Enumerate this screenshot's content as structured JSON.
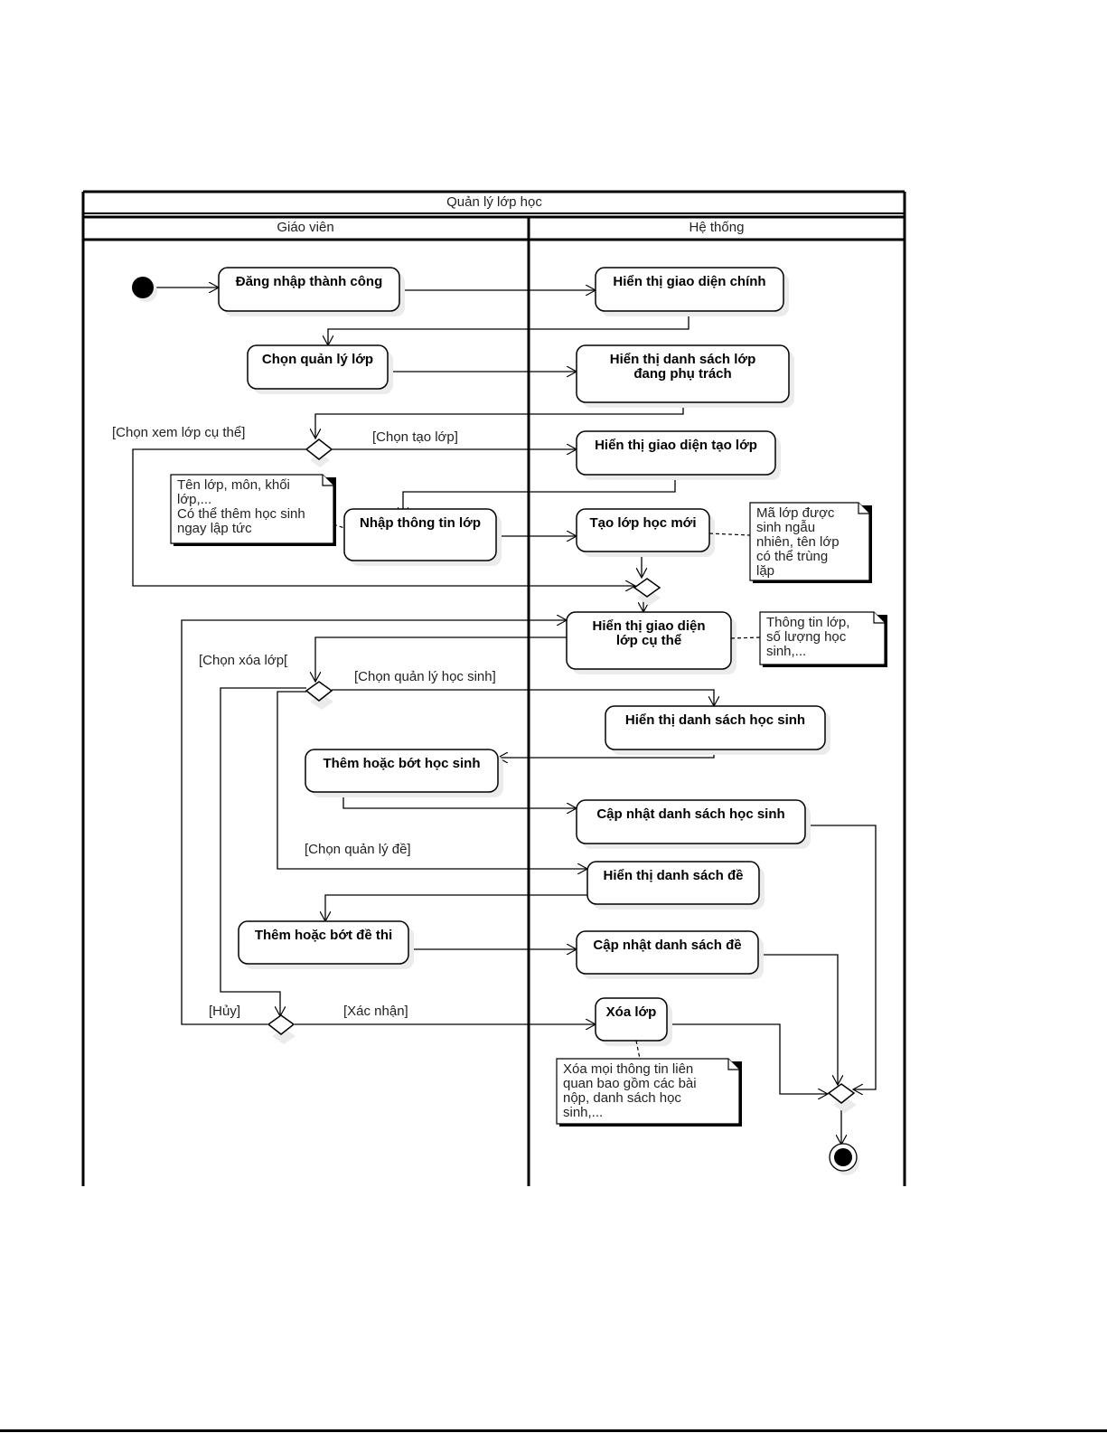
{
  "diagram": {
    "title": "Quản lý lớp học",
    "lanes": [
      {
        "id": "teacher",
        "label": "Giáo viên"
      },
      {
        "id": "system",
        "label": "Hệ thống"
      }
    ],
    "activities": [
      {
        "id": "login",
        "lane": "teacher",
        "lines": [
          "Đăng nhập thành công"
        ]
      },
      {
        "id": "show_main",
        "lane": "system",
        "lines": [
          "Hiển thị giao diện chính"
        ]
      },
      {
        "id": "choose_manage",
        "lane": "teacher",
        "lines": [
          "Chọn quản lý lớp"
        ]
      },
      {
        "id": "show_class_list",
        "lane": "system",
        "lines": [
          "Hiển thị danh sách lớp",
          "đang phụ trách"
        ]
      },
      {
        "id": "show_create_ui",
        "lane": "system",
        "lines": [
          "Hiển thị giao diện tạo lớp"
        ]
      },
      {
        "id": "enter_info",
        "lane": "teacher",
        "lines": [
          "Nhập thông tin lớp"
        ]
      },
      {
        "id": "create_class",
        "lane": "system",
        "lines": [
          "Tạo lớp học mới"
        ]
      },
      {
        "id": "show_class_detail",
        "lane": "system",
        "lines": [
          "Hiển thị giao diện",
          "lớp cụ thể"
        ]
      },
      {
        "id": "show_students",
        "lane": "system",
        "lines": [
          "Hiển thị danh sách học sinh"
        ]
      },
      {
        "id": "edit_students",
        "lane": "teacher",
        "lines": [
          "Thêm hoặc bớt học sinh"
        ]
      },
      {
        "id": "update_students",
        "lane": "system",
        "lines": [
          "Cập nhật danh sách học sinh"
        ]
      },
      {
        "id": "show_exams",
        "lane": "system",
        "lines": [
          "Hiển thị danh sách đề"
        ]
      },
      {
        "id": "edit_exams",
        "lane": "teacher",
        "lines": [
          "Thêm hoặc bớt đề thi"
        ]
      },
      {
        "id": "update_exams",
        "lane": "system",
        "lines": [
          "Cập nhật danh sách đề"
        ]
      },
      {
        "id": "delete_class",
        "lane": "system",
        "lines": [
          "Xóa lớp"
        ]
      }
    ],
    "notes": [
      {
        "id": "note_enter_info",
        "attached_to": "enter_info",
        "lines": [
          "Tên lớp, môn, khối",
          "lớp,...",
          "Có thể thêm học sinh",
          "ngay lập tức"
        ]
      },
      {
        "id": "note_create_class",
        "attached_to": "create_class",
        "lines": [
          "Mã lớp được",
          "sinh ngẫu",
          "nhiên, tên lớp",
          "có thể trùng",
          "lặp"
        ]
      },
      {
        "id": "note_class_detail",
        "attached_to": "show_class_detail",
        "lines": [
          "Thông tin lớp,",
          "số lượng học",
          "sinh,..."
        ]
      },
      {
        "id": "note_delete",
        "attached_to": "delete_class",
        "lines": [
          "Xóa mọi thông tin liên",
          "quan bao gồm các bài",
          "nộp, danh sách học",
          "sinh,..."
        ]
      }
    ],
    "guards": {
      "view_class": "[Chọn xem lớp cụ thể]",
      "create_class": "[Chọn tạo lớp]",
      "delete_class": "[Chọn xóa lớp[",
      "manage_students": "[Chọn quản lý học sinh]",
      "manage_exams": "[Chọn quản lý đề]",
      "cancel": "[Hủy]",
      "confirm": "[Xác nhận]"
    },
    "nodes": {
      "initial": "initial-node",
      "final": "final-node",
      "decisions": [
        "decision-class-action",
        "merge-class-detail",
        "decision-detail-action",
        "decision-delete-confirm",
        "merge-final"
      ]
    }
  }
}
